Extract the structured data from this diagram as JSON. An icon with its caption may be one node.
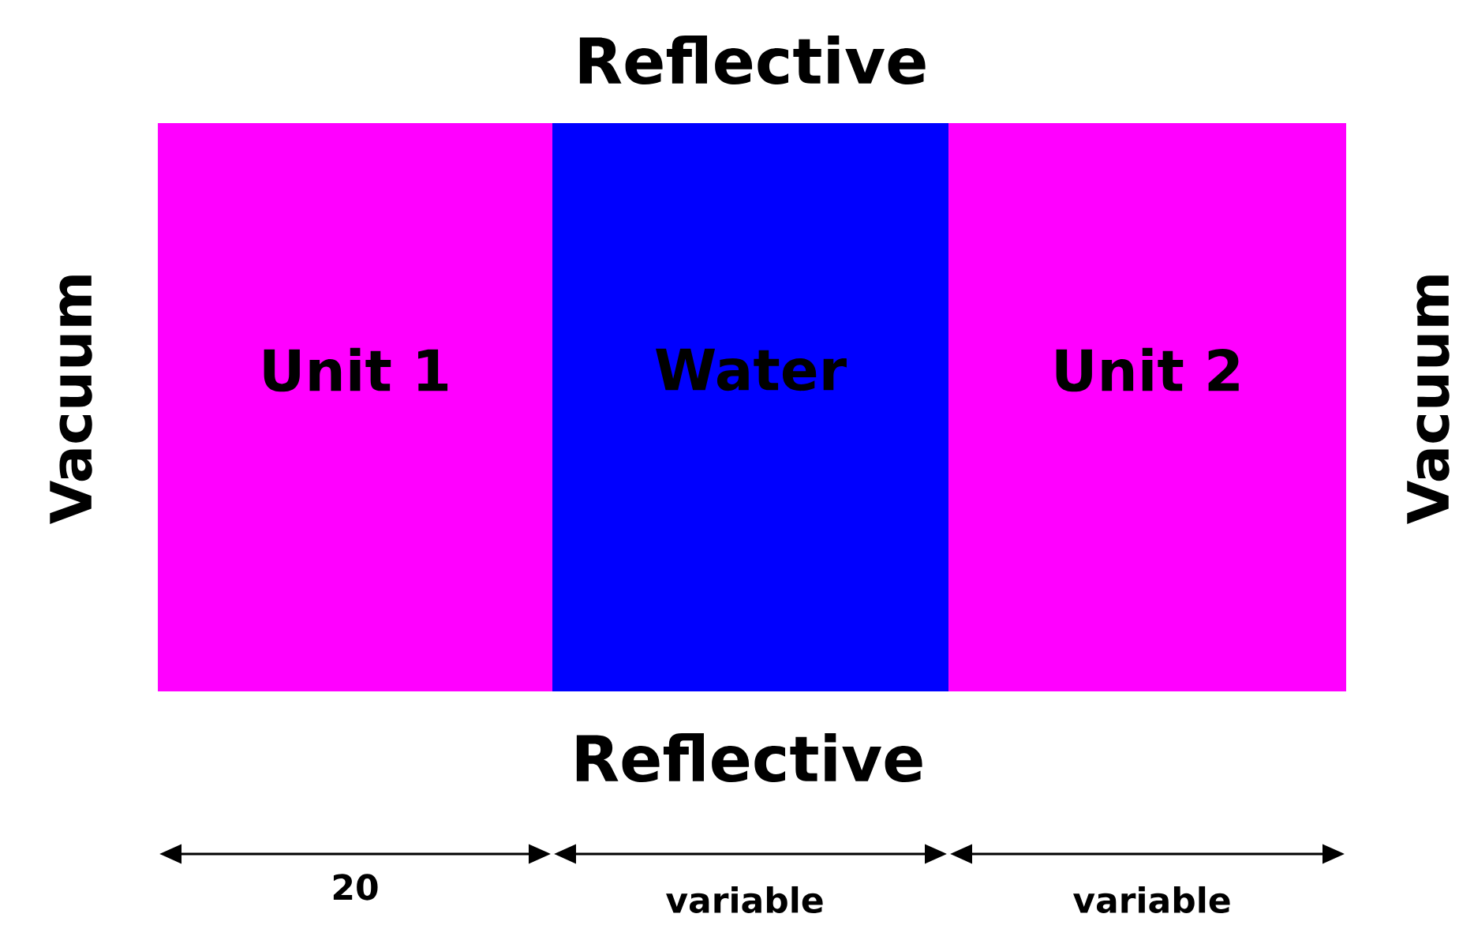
{
  "diagram": {
    "nodes": [
      {
        "text": [
          "Unit 1"
        ]
      },
      {
        "text": [
          "Water"
        ]
      },
      {
        "text": [
          "Unit 2"
        ]
      }
    ],
    "labels": [
      "Reflective",
      "Vacuum",
      "Vacuum",
      "Reflective",
      "20",
      "variable",
      "variable"
    ]
  }
}
